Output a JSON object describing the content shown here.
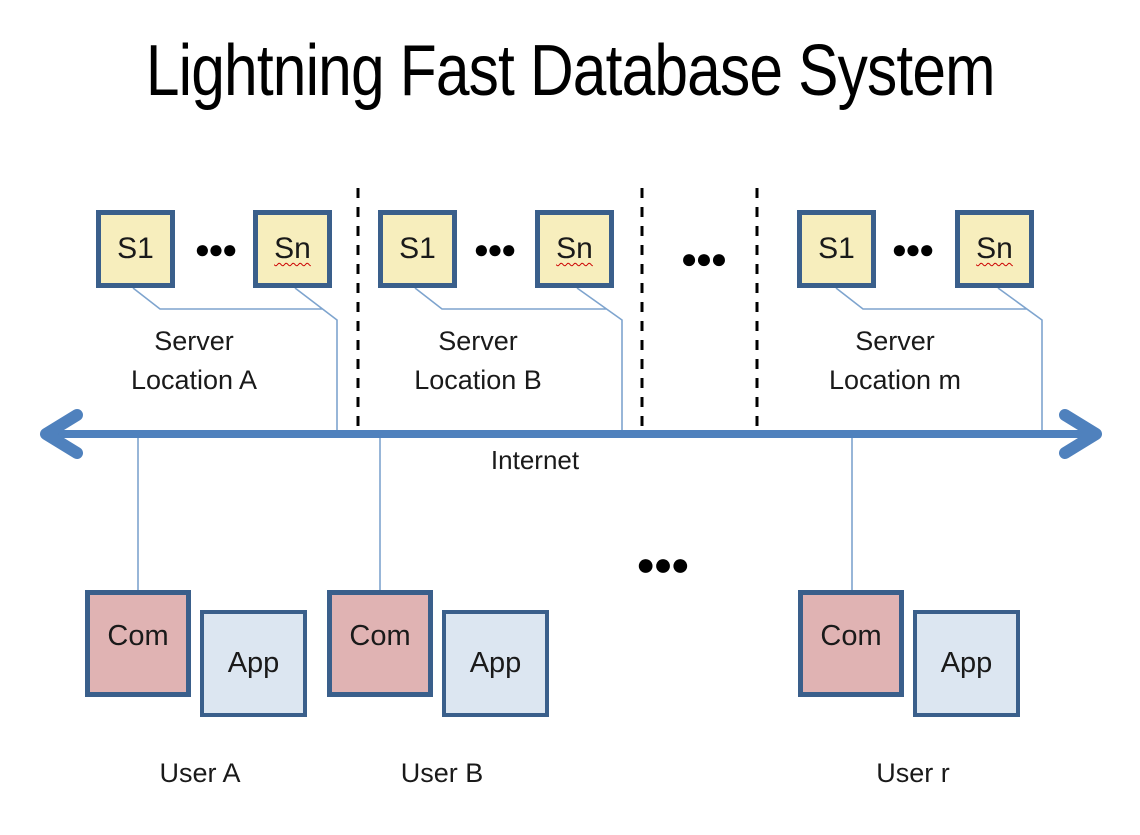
{
  "title": "Lightning Fast Database System",
  "internet_label": "Internet",
  "icons": {
    "ellipsis": "●●●"
  },
  "colors": {
    "server_fill": "#F7EEBD",
    "com_fill": "#E0B3B3",
    "app_fill": "#DCE6F1",
    "box_border": "#3A5F8B",
    "internet_arrow": "#4F81BD",
    "connector_line": "#7EA4CE",
    "separator_line": "#000000",
    "spellcheck_underline": "#CC0000"
  },
  "server_groups": [
    {
      "label_line1": "Server",
      "label_line2": "Location A",
      "boxes": [
        "S1",
        "Sn"
      ]
    },
    {
      "label_line1": "Server",
      "label_line2": "Location B",
      "boxes": [
        "S1",
        "Sn"
      ]
    },
    {
      "label_line1": "Server",
      "label_line2": "Location m",
      "boxes": [
        "S1",
        "Sn"
      ]
    }
  ],
  "users": [
    {
      "com_label": "Com",
      "app_label": "App",
      "label": "User A"
    },
    {
      "com_label": "Com",
      "app_label": "App",
      "label": "User B"
    },
    {
      "com_label": "Com",
      "app_label": "App",
      "label": "User r"
    }
  ]
}
